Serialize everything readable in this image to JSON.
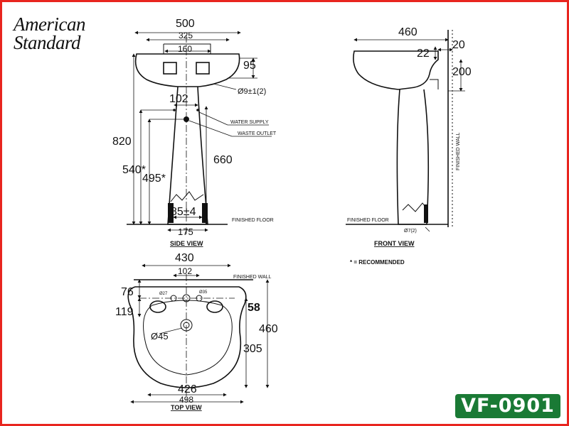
{
  "brand": {
    "line1": "American",
    "line2": "Standard"
  },
  "model": "VF-0901",
  "note": "* = RECOMMENDED",
  "side_view": {
    "title": "SIDE VIEW",
    "dims": {
      "width": "500",
      "inner": "325",
      "tap": "160",
      "height_95": "95",
      "holes": "Ø9±1(2)",
      "supply_gap": "102",
      "total_height": "820",
      "pedestal": "660",
      "supply_height": "540*",
      "waste_height": "495*",
      "base_inner": "85±4",
      "base": "175"
    },
    "callouts": {
      "water_supply": "WATER SUPPLY",
      "waste_outlet": "WASTE OUTLET",
      "floor": "FINISHED FLOOR"
    }
  },
  "front_view": {
    "title": "FRONT VIEW",
    "dims": {
      "depth": "460",
      "wall_gap": "20",
      "rim": "22",
      "drop": "200",
      "base_hole": "Ø7(2)"
    },
    "callouts": {
      "floor": "FINISHED FLOOR",
      "wall": "FINISHED WALL"
    }
  },
  "top_view": {
    "title": "TOP VIEW",
    "dims": {
      "width": "430",
      "tap_spacing": "102",
      "hole_small": "Ø27",
      "hole_center": "Ø35",
      "back": "76",
      "tap_row": "119",
      "side_58": "58",
      "depth": "460",
      "drain_pos": "305",
      "drain": "Ø45",
      "inner_width": "426",
      "outer_width": "498"
    },
    "callouts": {
      "wall": "FINISHED WALL"
    }
  }
}
